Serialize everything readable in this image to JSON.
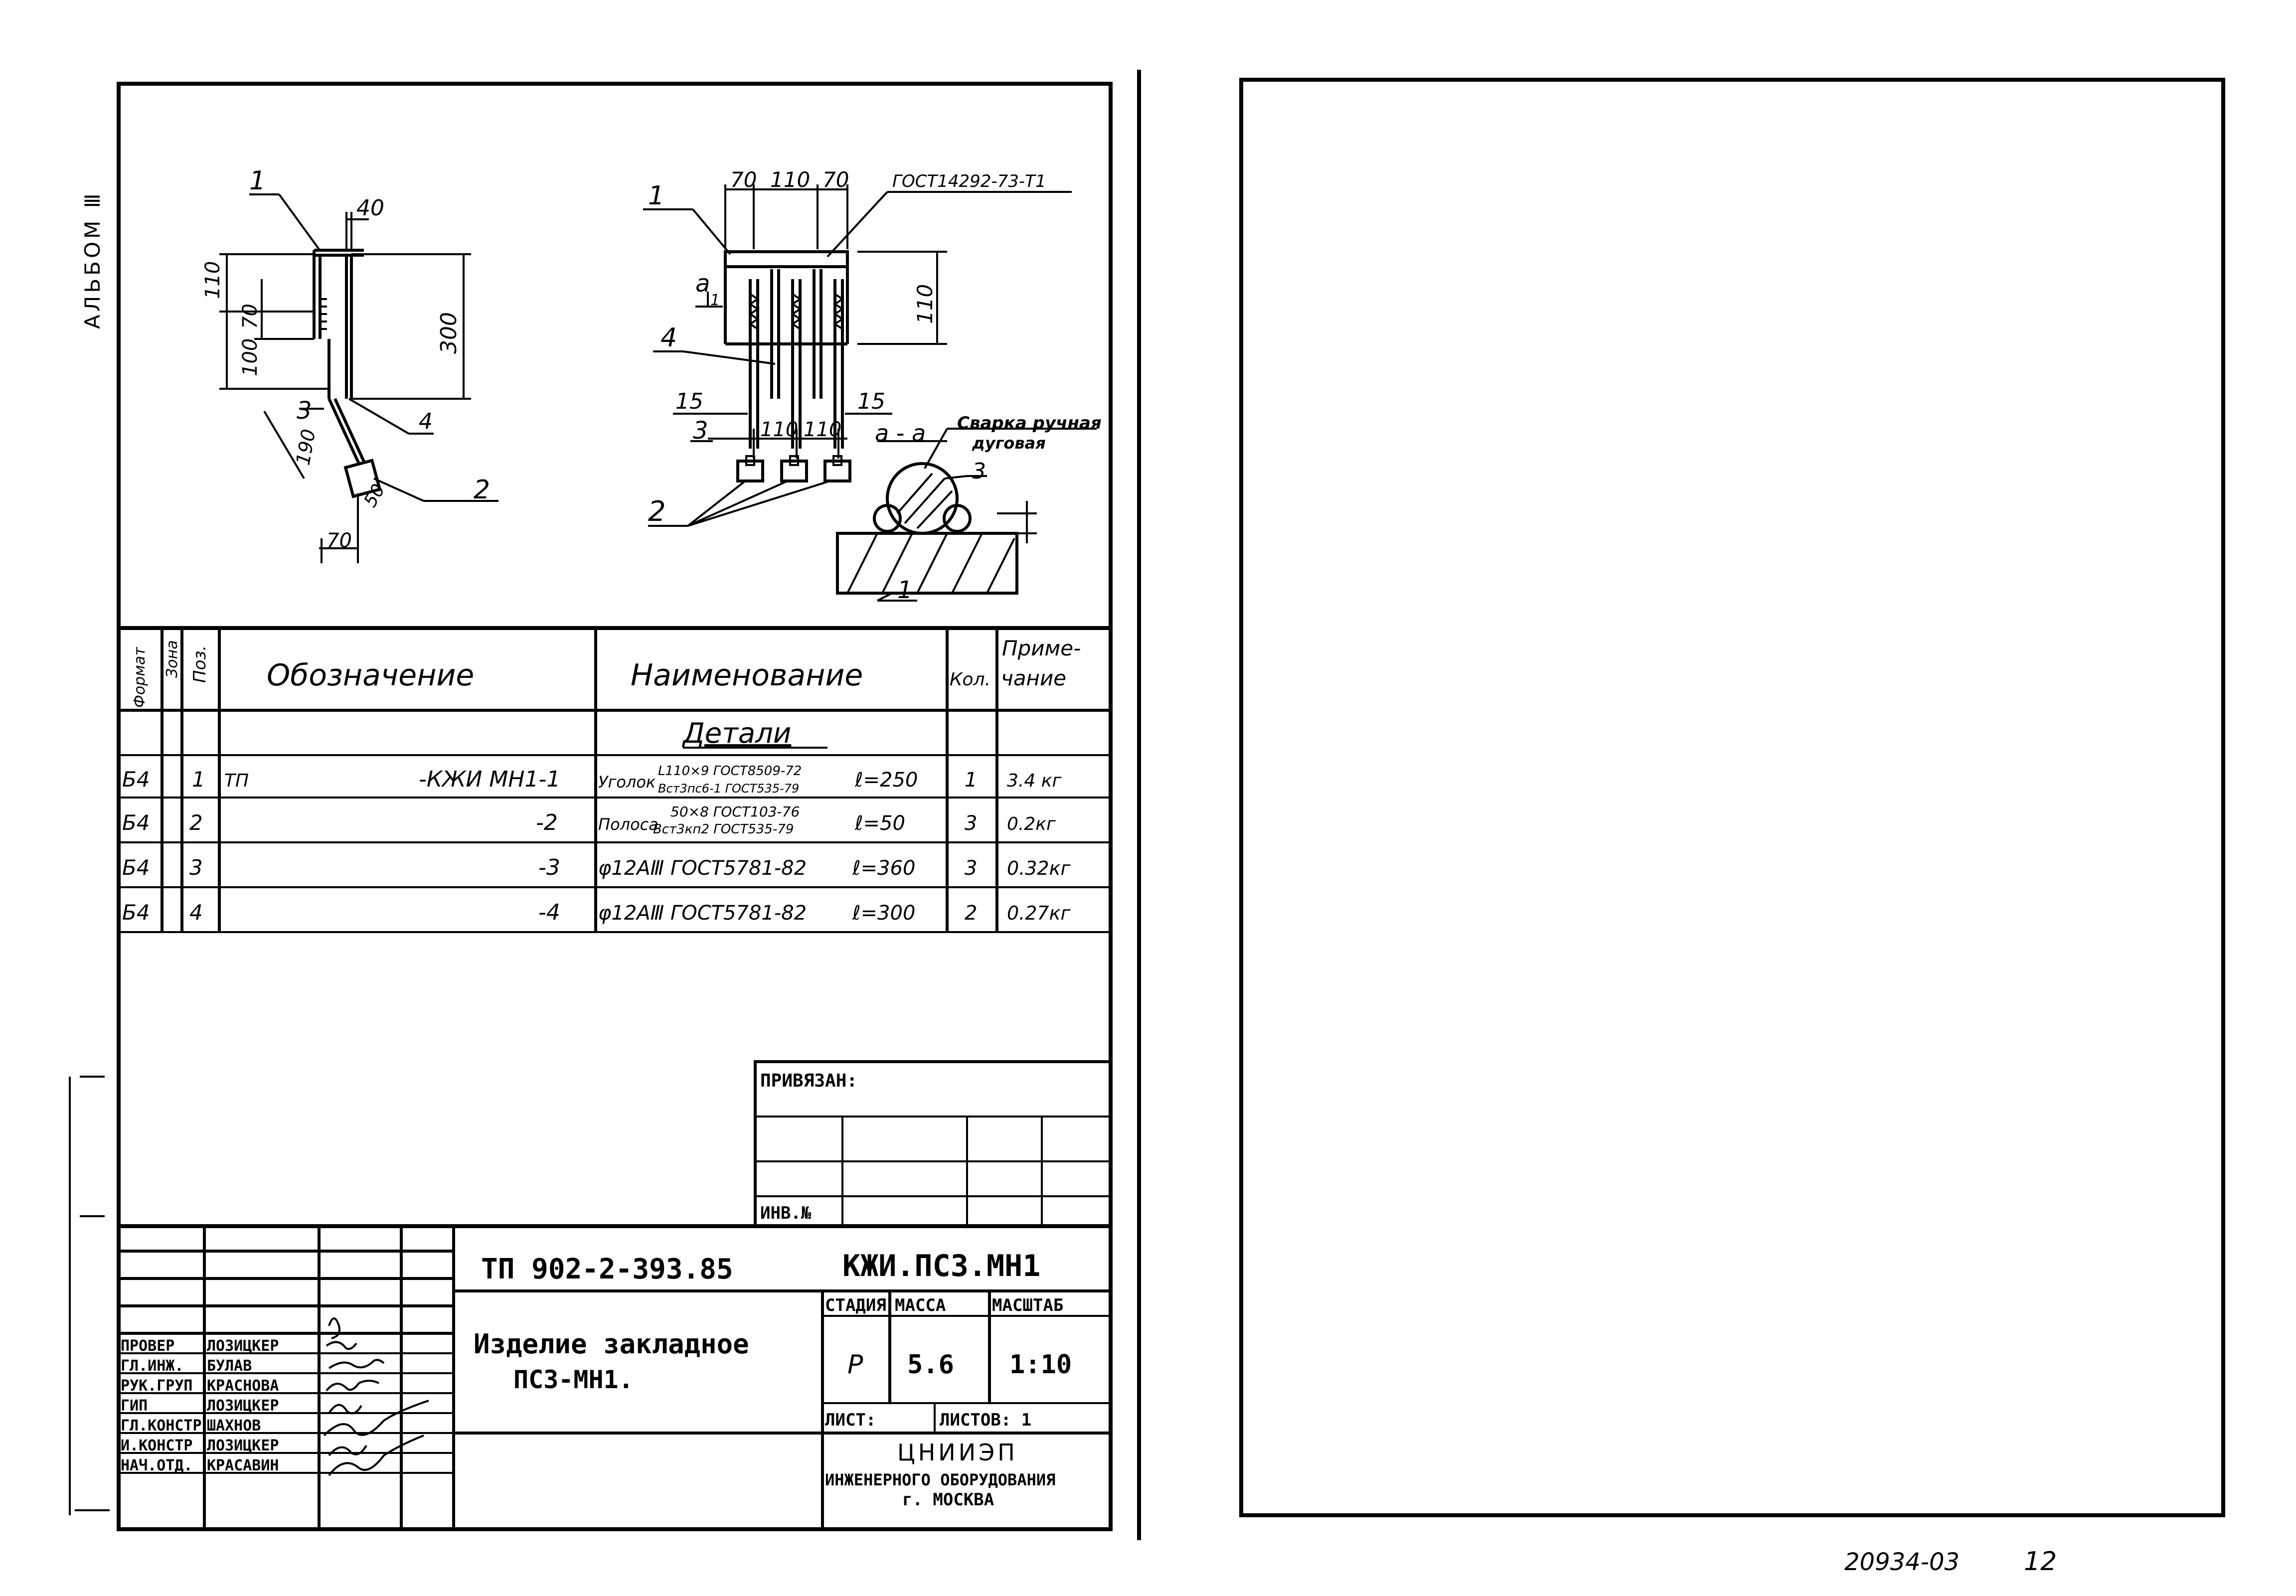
{
  "album_label": "АЛЬБОМ Ⅲ",
  "drawing1": {
    "pos_1": "1",
    "pos_2": "2",
    "pos_3": "3",
    "pos_4": "4",
    "dim_40": "40",
    "dim_110": "110",
    "dim_70": "70",
    "dim_100": "100",
    "dim_300": "300",
    "dim_190": "190",
    "dim_50": "50",
    "dim_70_bottom": "70"
  },
  "drawing2": {
    "pos_1": "1",
    "pos_2": "2",
    "pos_3": "3",
    "pos_4": "4",
    "dim_70_left": "70",
    "dim_110_top": "110",
    "dim_70_right": "70",
    "gost_callout": "ГОСТ14292-73-Т1",
    "dim_110_right": "110",
    "section_mark": "a",
    "section_mark_num": "1",
    "dim_15_left": "15",
    "dim_15_right": "15",
    "dim_110_b1": "110",
    "dim_110_b2": "110"
  },
  "section_aa": {
    "title": "а - а",
    "weld_note_1": "Сварка ручная",
    "weld_note_2": "дуговая",
    "pos_3": "3",
    "pos_1": "1"
  },
  "spec_table": {
    "headers": {
      "format": "Формат",
      "zone": "Зона",
      "pos": "Поз.",
      "designation": "Обозначение",
      "name": "Наименование",
      "qty": "Кол.",
      "note_1": "Приме-",
      "note_2": "чание"
    },
    "section_title": "Детали",
    "rows": [
      {
        "format": "Б4",
        "pos": "1",
        "designation_prefix": "ТП",
        "designation": "-КЖИ МН1-1",
        "name_main": "Уголок",
        "name_line1": "L110×9 ГОСТ8509-72",
        "name_line2": "Вст3пс6-1 ГОСТ535-79",
        "length": "ℓ=250",
        "qty": "1",
        "note": "3.4 кг"
      },
      {
        "format": "Б4",
        "pos": "2",
        "designation_prefix": "",
        "designation": "-2",
        "name_main": "Полоса",
        "name_line1": "50×8 ГОСТ103-76",
        "name_line2": "Вст3кп2 ГОСТ535-79",
        "length": "ℓ=50",
        "qty": "3",
        "note": "0.2кг"
      },
      {
        "format": "Б4",
        "pos": "3",
        "designation_prefix": "",
        "designation": "-3",
        "name_main": "φ12AⅢ ГОСТ5781-82",
        "name_line1": "",
        "name_line2": "",
        "length": "ℓ=360",
        "qty": "3",
        "note": "0.32кг"
      },
      {
        "format": "Б4",
        "pos": "4",
        "designation_prefix": "",
        "designation": "-4",
        "name_main": "φ12AⅢ ГОСТ5781-82",
        "name_line1": "",
        "name_line2": "",
        "length": "ℓ=300",
        "qty": "2",
        "note": "0.27кг"
      }
    ]
  },
  "binding": {
    "title": "ПРИВЯЗАН:",
    "inv": "ИНВ.№"
  },
  "title_block": {
    "project_code": "ТП 902-2-393.85",
    "drawing_code": "КЖИ.ПС3.МН1",
    "name_line1": "Изделие закладное",
    "name_line2": "ПС3-МН1.",
    "stage_label": "СТАДИЯ",
    "mass_label": "МАССА",
    "scale_label": "МАСШТАБ",
    "stage": "Р",
    "mass": "5.6",
    "scale": "1:10",
    "sheet_label": "ЛИСТ:",
    "sheets_label": "ЛИСТОВ: 1",
    "org_line1": "ЦНИИЭП",
    "org_line2": "ИНЖЕНЕРНОГО ОБОРУДОВАНИЯ",
    "org_line3": "г. МОСКВА",
    "roles": [
      {
        "role": "ПРОВЕР",
        "name": "ЛОЗИЦКЕР"
      },
      {
        "role": "ГЛ.ИНЖ.",
        "name": "БУЛАВ"
      },
      {
        "role": "РУК.ГРУП",
        "name": "КРАСНОВА"
      },
      {
        "role": "ГИП",
        "name": "ЛОЗИЦКЕР"
      },
      {
        "role": "ГЛ.КОНСТР",
        "name": "ШАХНОВ"
      },
      {
        "role": "И.КОНСТР",
        "name": "ЛОЗИЦКЕР"
      },
      {
        "role": "НАЧ.ОТД.",
        "name": "КРАСАВИН"
      }
    ]
  },
  "footer_code": "20934-03",
  "footer_page": "12"
}
